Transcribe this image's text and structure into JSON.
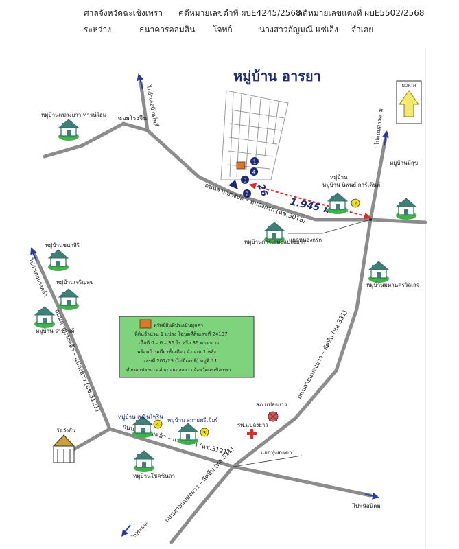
{
  "header": {
    "court": "ศาลจังหวัดฉะเชิงเทรา",
    "black_case": "คดีหมายเลขดำที่ ผบE4245/2568",
    "red_case": "คดีหมายเลขแดงที่ ผบE5502/2568",
    "between_label": "ระหว่าง",
    "plaintiff": "ธนาคารออมสิน",
    "plaintiff_role": "โจทก์",
    "defendant": "นางสาวอัญมณี แซ่เอ็ง",
    "defendant_role": "จำเลย"
  },
  "map": {
    "title": "หมู่บ้าน อารยา",
    "north_label": "NORTH",
    "distance_label": "1.945 ม.",
    "road_width_label": "26",
    "roads": {
      "main_road": "ถนนสายบางบ่อ – หนองกรก (ฉช.3018)",
      "rd_3121": "ถนนสายบางคล้า – แปลงยาว (ฉช.3121)",
      "rd_3121_vertical": "ถนนสายบางคล้า – แปลงยาว (ฉช.3121)",
      "rd_331_upper": "ถนนสายแปลงยาว – สัตหีบ (ทล.331)",
      "rd_331_lower": "ถนนสายแปลงยาว – สัตหีบ (ทล.331)",
      "soi_rongchan": "ซอยโรงจีน"
    },
    "directions": {
      "to_ban_pho": "ไปอำเภอบ้านโพธิ์",
      "to_phanom_sarakham": "ไปพนมสารคาม",
      "to_bang_khla": "ไปอำเภอบางคล้า",
      "to_rayong": "ไประยอง",
      "to_phanat_nikhom": "ไปพนัสนิคม"
    },
    "junctions": {
      "nong_krok": "แยกหนองกรก",
      "thung_sada": "แยกทุ่งสะเดา"
    },
    "villages": [
      {
        "name": "หมู่บ้านแปลงยาว ทาวน์โฮม"
      },
      {
        "name": "หมู่บ้านมีสุข"
      },
      {
        "name": "หมู่บ้าน นิพนธ์ การ์เด้นท์",
        "number": "2"
      },
      {
        "name": "หมู่บ้านการเคหะแปลงยาว"
      },
      {
        "name": "หมู่บ้านชนาสิริ"
      },
      {
        "name": "หมู่บ้านเจริญสุข"
      },
      {
        "name": "หมู่บ้าน ราชาวดี"
      },
      {
        "name": "หมู่บ้านมหานครวิลเลจ"
      },
      {
        "name": "หมู่บ้าน เพอินโพริน",
        "number": "4"
      },
      {
        "name": "หมู่บ้าน สกายพรีเมียร์",
        "number": "3"
      },
      {
        "name": "หมู่บ้านโชคชินลา"
      }
    ],
    "landmarks": {
      "temple": "วัดวังยัน",
      "hospital": "รพ.แปลงยาว",
      "police": "สภ.แปลงยาว"
    },
    "plot_markers": [
      "1",
      "2",
      "3",
      "4"
    ],
    "legend": {
      "line1": "ทรัพย์สินที่ประเมินมูลค่า",
      "line2": "ที่ดินจำนวน 1 แปลง โฉนดที่ดินเลขที่ 24137",
      "line3": "เนื้อที่ 0 – 0 – 36 ไร่ หรือ 36 ตารางวา",
      "line4": "พร้อมบ้านเดี่ยวชั้นเดียว จำนวน 1 หลัง",
      "line5": "เลขที่ 207/23 (ไม่มีเลขที่) หมู่ที่ 11",
      "line6": "ตำบลแปลงยาว อำเภอแปลงยาว จังหวัดฉะเชิงเทรา"
    },
    "colors": {
      "road": "#8c8c8c",
      "village_house": "#3f7f76",
      "village_ground": "#3fb34a",
      "legend_bg": "#7ed37c",
      "plot": "#d9772b",
      "distance_line": "#e0282a",
      "title": "#1f2a7a"
    }
  }
}
